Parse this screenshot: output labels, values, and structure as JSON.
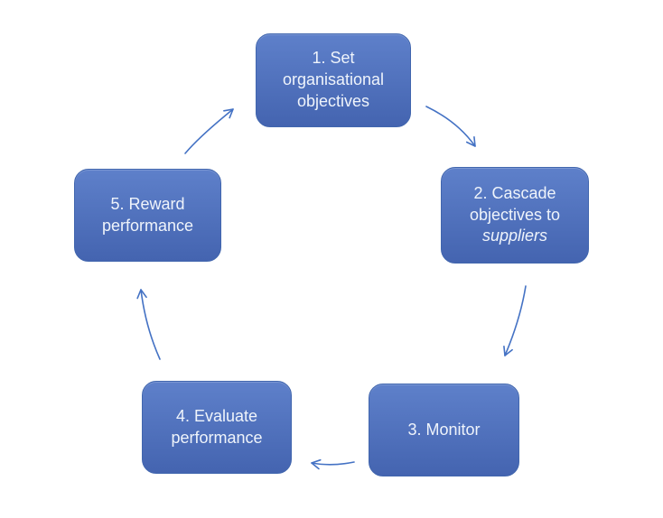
{
  "diagram": {
    "name": "supplier-performance-management-cycle",
    "type": "cycle-diagram",
    "colors": {
      "accent": "#4472C4",
      "box_gradient_top": "#5E80CA",
      "box_gradient_bottom": "#4464B0",
      "box_border": "#4166AE",
      "text": "#EFF4FB",
      "background": "#FFFFFF"
    },
    "steps": [
      {
        "id": 1,
        "label": "1. Set organisational objectives",
        "lines": [
          "1. Set",
          "organisational",
          "objectives"
        ]
      },
      {
        "id": 2,
        "label": "2. Cascade objectives to suppliers",
        "lines": [
          "2. Cascade",
          "objectives to",
          "suppliers"
        ],
        "italic_word": "suppliers"
      },
      {
        "id": 3,
        "label": "3. Monitor",
        "lines": [
          "3. Monitor"
        ]
      },
      {
        "id": 4,
        "label": "4. Evaluate performance",
        "lines": [
          "4. Evaluate",
          "performance"
        ]
      },
      {
        "id": 5,
        "label": "5. Reward performance",
        "lines": [
          "5. Reward",
          "performance"
        ]
      }
    ],
    "arrows": [
      {
        "from": 1,
        "to": 2
      },
      {
        "from": 2,
        "to": 3
      },
      {
        "from": 3,
        "to": 4
      },
      {
        "from": 4,
        "to": 5
      },
      {
        "from": 5,
        "to": 1
      }
    ],
    "flow_direction": "clockwise"
  }
}
